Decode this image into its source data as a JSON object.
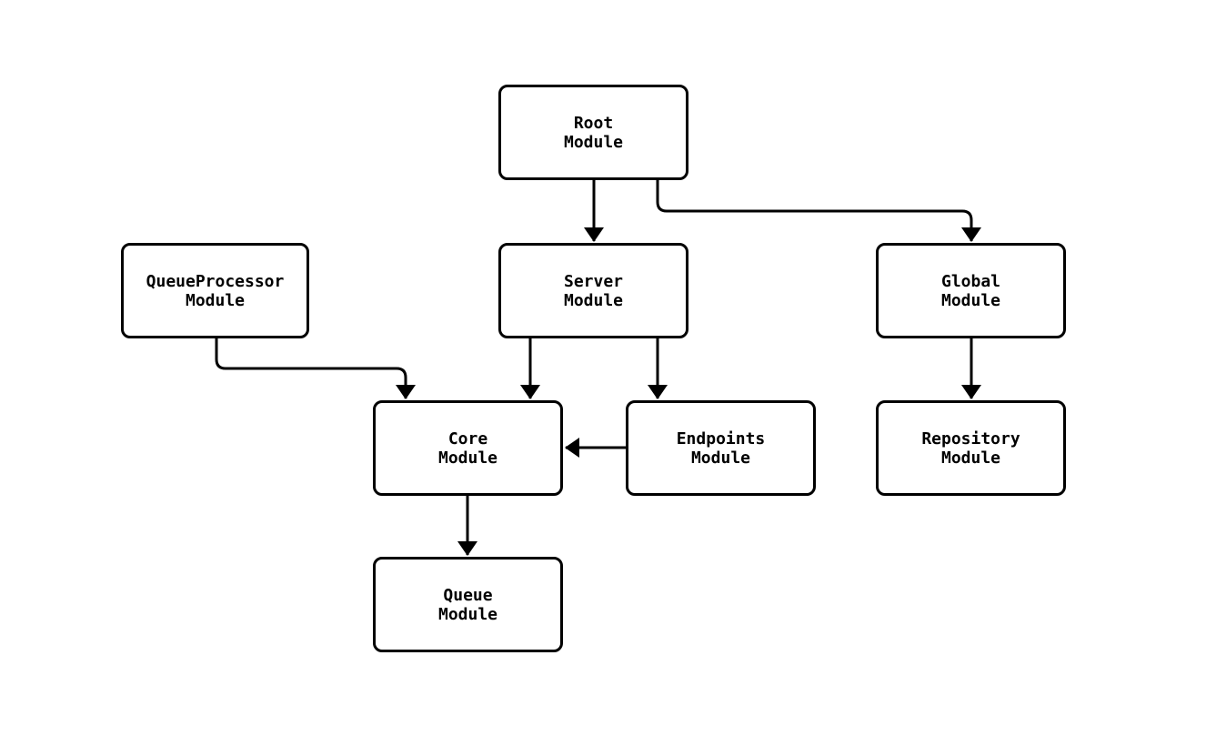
{
  "diagram": {
    "background_color": "#ffffff",
    "stroke_color": "#000000",
    "nodes": [
      {
        "id": "root",
        "label": "Root\nModule"
      },
      {
        "id": "queueprocessor",
        "label": "QueueProcessor\nModule"
      },
      {
        "id": "server",
        "label": "Server\nModule"
      },
      {
        "id": "global",
        "label": "Global\nModule"
      },
      {
        "id": "core",
        "label": "Core\nModule"
      },
      {
        "id": "endpoints",
        "label": "Endpoints\nModule"
      },
      {
        "id": "repository",
        "label": "Repository\nModule"
      },
      {
        "id": "queue",
        "label": "Queue\nModule"
      }
    ],
    "edges": [
      {
        "from": "Root Module",
        "to": "Server Module"
      },
      {
        "from": "Root Module",
        "to": "Global Module"
      },
      {
        "from": "QueueProcessor Module",
        "to": "Core Module"
      },
      {
        "from": "Server Module",
        "to": "Core Module"
      },
      {
        "from": "Server Module",
        "to": "Endpoints Module"
      },
      {
        "from": "Global Module",
        "to": "Repository Module"
      },
      {
        "from": "Endpoints Module",
        "to": "Core Module"
      },
      {
        "from": "Core Module",
        "to": "Queue Module"
      }
    ]
  }
}
